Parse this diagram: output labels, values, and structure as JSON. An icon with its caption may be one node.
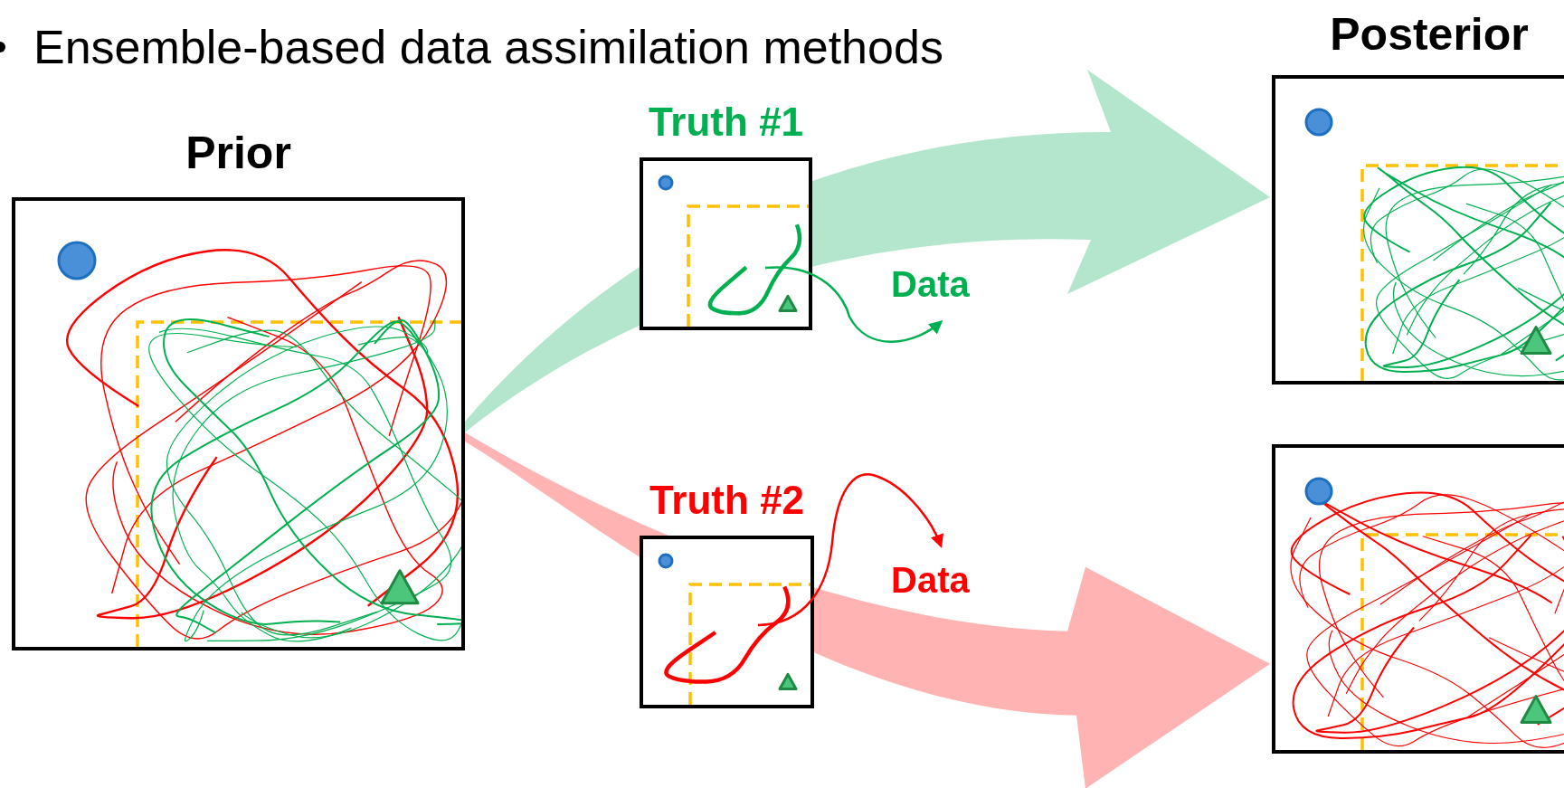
{
  "diagram": {
    "title": "Ensemble-based data assimilation methods",
    "nodes": [
      {
        "text": [
          "Prior"
        ]
      },
      {
        "text": [
          "Truth #1"
        ]
      },
      {
        "text": [
          "Truth #2"
        ]
      },
      {
        "text": [
          "Posterior"
        ]
      },
      {
        "text": [],
        "shape": "box"
      },
      {
        "text": [
          "Data"
        ]
      },
      {
        "text": [
          "Data"
        ]
      }
    ],
    "edges": [
      {
        "from": 0,
        "to": 3,
        "arrow": "to",
        "style": "thick",
        "color": "#b3e6cc"
      },
      {
        "from": 0,
        "to": 4,
        "arrow": "to",
        "style": "thick",
        "color": "#ffb3b3"
      },
      {
        "from": 1,
        "to": 5,
        "arrow": "to",
        "color": "#00b050"
      },
      {
        "from": 2,
        "to": 6,
        "arrow": "to",
        "color": "#ff0000"
      }
    ]
  }
}
